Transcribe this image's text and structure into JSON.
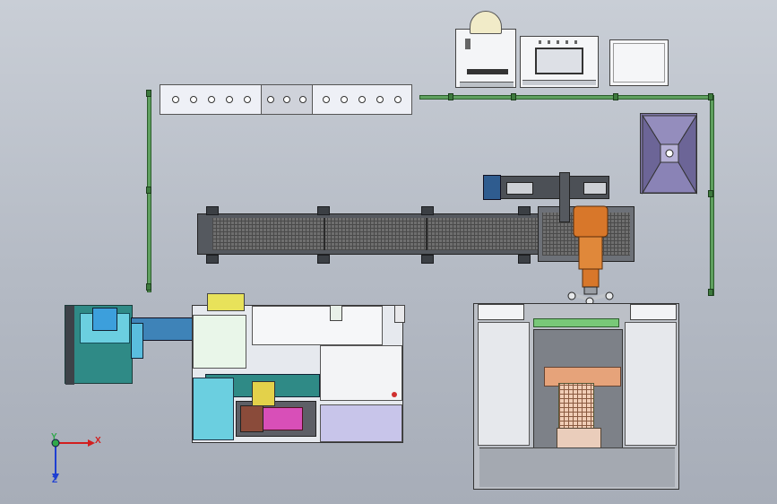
{
  "axes": {
    "x_label": "X",
    "y_label": "Y",
    "z_label": "Z"
  },
  "colors": {
    "pipe": "#5fa05f",
    "robot_arm": "#d8772a",
    "teal_module": "#2f8a86",
    "cyan_module": "#6bcfe0",
    "yellow_module": "#e8e25a",
    "lavender_panel": "#c8c5ea",
    "magenta_parts": "#d84fb8",
    "copper_tray": "#e6a37a"
  },
  "components": [
    {
      "name": "control-cabinet",
      "icon": "cabinet"
    },
    {
      "name": "hmi-panel",
      "icon": "monitor"
    },
    {
      "name": "electrical-box",
      "icon": "box"
    },
    {
      "name": "hopper",
      "icon": "funnel"
    },
    {
      "name": "belt-conveyor",
      "icon": "conveyor"
    },
    {
      "name": "robot-arm",
      "icon": "robot"
    },
    {
      "name": "feeding-machine",
      "icon": "machine"
    },
    {
      "name": "processing-station",
      "icon": "machine"
    }
  ]
}
